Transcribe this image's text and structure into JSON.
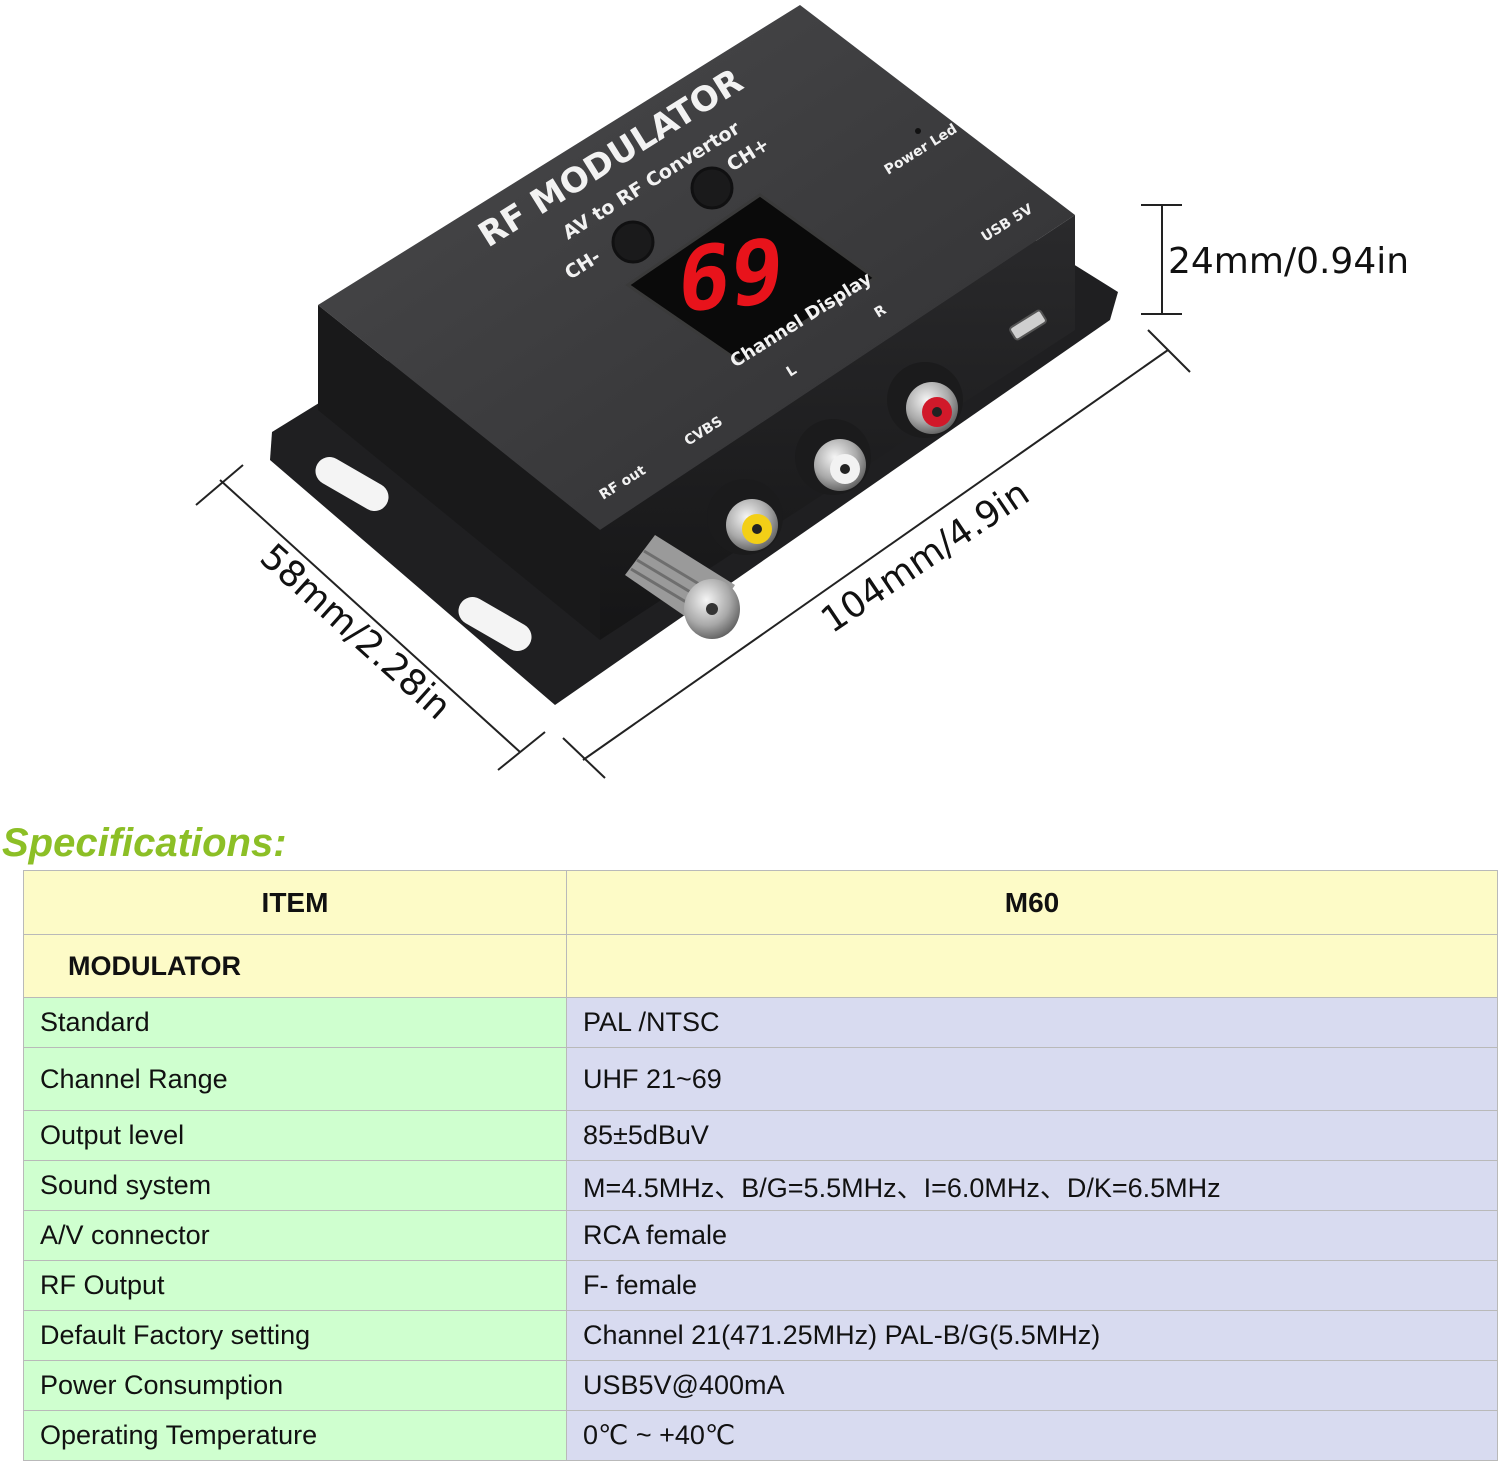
{
  "device": {
    "title": "RF MODULATOR",
    "subtitle": "AV to RF Convertor",
    "ch_minus": "CH-",
    "ch_plus": "CH+",
    "display_value": "69",
    "display_label": "Channel Display",
    "power_led": "Power Led",
    "usb": "USB 5V",
    "right_label": "R",
    "left_label": "L",
    "cvbs": "CVBS",
    "rf_out": "RF out"
  },
  "dimensions": {
    "height": "24mm/0.94in",
    "length": "104mm/4.9in",
    "width": "58mm/2.28in"
  },
  "specs": {
    "heading": "Specifications:",
    "col_item": "ITEM",
    "col_model": "M60",
    "section": "MODULATOR",
    "rows": [
      {
        "label": "Standard",
        "value": "PAL /NTSC"
      },
      {
        "label": "Channel Range",
        "value": "UHF 21~69"
      },
      {
        "label": "Output level",
        "value": "85±5dBuV"
      },
      {
        "label": "Sound system",
        "value": "M=4.5MHz、B/G=5.5MHz、I=6.0MHz、D/K=6.5MHz"
      },
      {
        "label": "A/V connector",
        "value": "RCA female"
      },
      {
        "label": "RF Output",
        "value": "F- female"
      },
      {
        "label": "Default Factory setting",
        "value": "Channel 21(471.25MHz) PAL-B/G(5.5MHz)"
      },
      {
        "label": "Power Consumption",
        "value": "USB5V@400mA"
      },
      {
        "label": "Operating Temperature",
        "value": "0℃ ~ +40℃"
      }
    ]
  },
  "colors": {
    "heading_green": "#8cbf26",
    "header_yellow": "#fdfbc7",
    "label_green": "#cfffcf",
    "value_lavender": "#d8dbf0",
    "segment_red": "#e8131b"
  }
}
